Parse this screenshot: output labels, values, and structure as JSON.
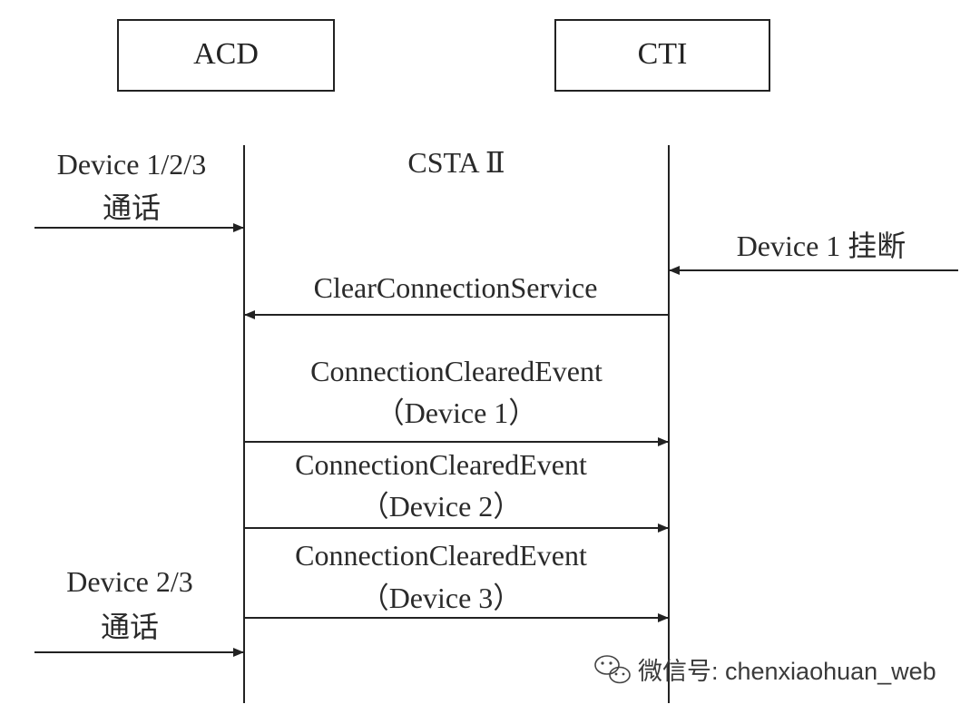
{
  "entities": {
    "acd": "ACD",
    "cti": "CTI"
  },
  "protocol_label": "CSTA Ⅱ",
  "left_events": {
    "first": {
      "line1": "Device 1/2/3",
      "line2": "通话"
    },
    "second": {
      "line1": "Device 2/3",
      "line2": "通话"
    }
  },
  "right_event": "Device 1 挂断",
  "messages": [
    {
      "line1": "ClearConnectionService",
      "line2": "",
      "direction": "to-acd"
    },
    {
      "line1": "ConnectionClearedEvent",
      "line2": "（Device 1）",
      "direction": "to-cti"
    },
    {
      "line1": "ConnectionClearedEvent",
      "line2": "（Device 2）",
      "direction": "to-cti"
    },
    {
      "line1": "ConnectionClearedEvent",
      "line2": "（Device 3）",
      "direction": "to-cti"
    }
  ],
  "watermark": "微信号: chenxiaohuan_web",
  "watermark_icon": "wechat-icon"
}
